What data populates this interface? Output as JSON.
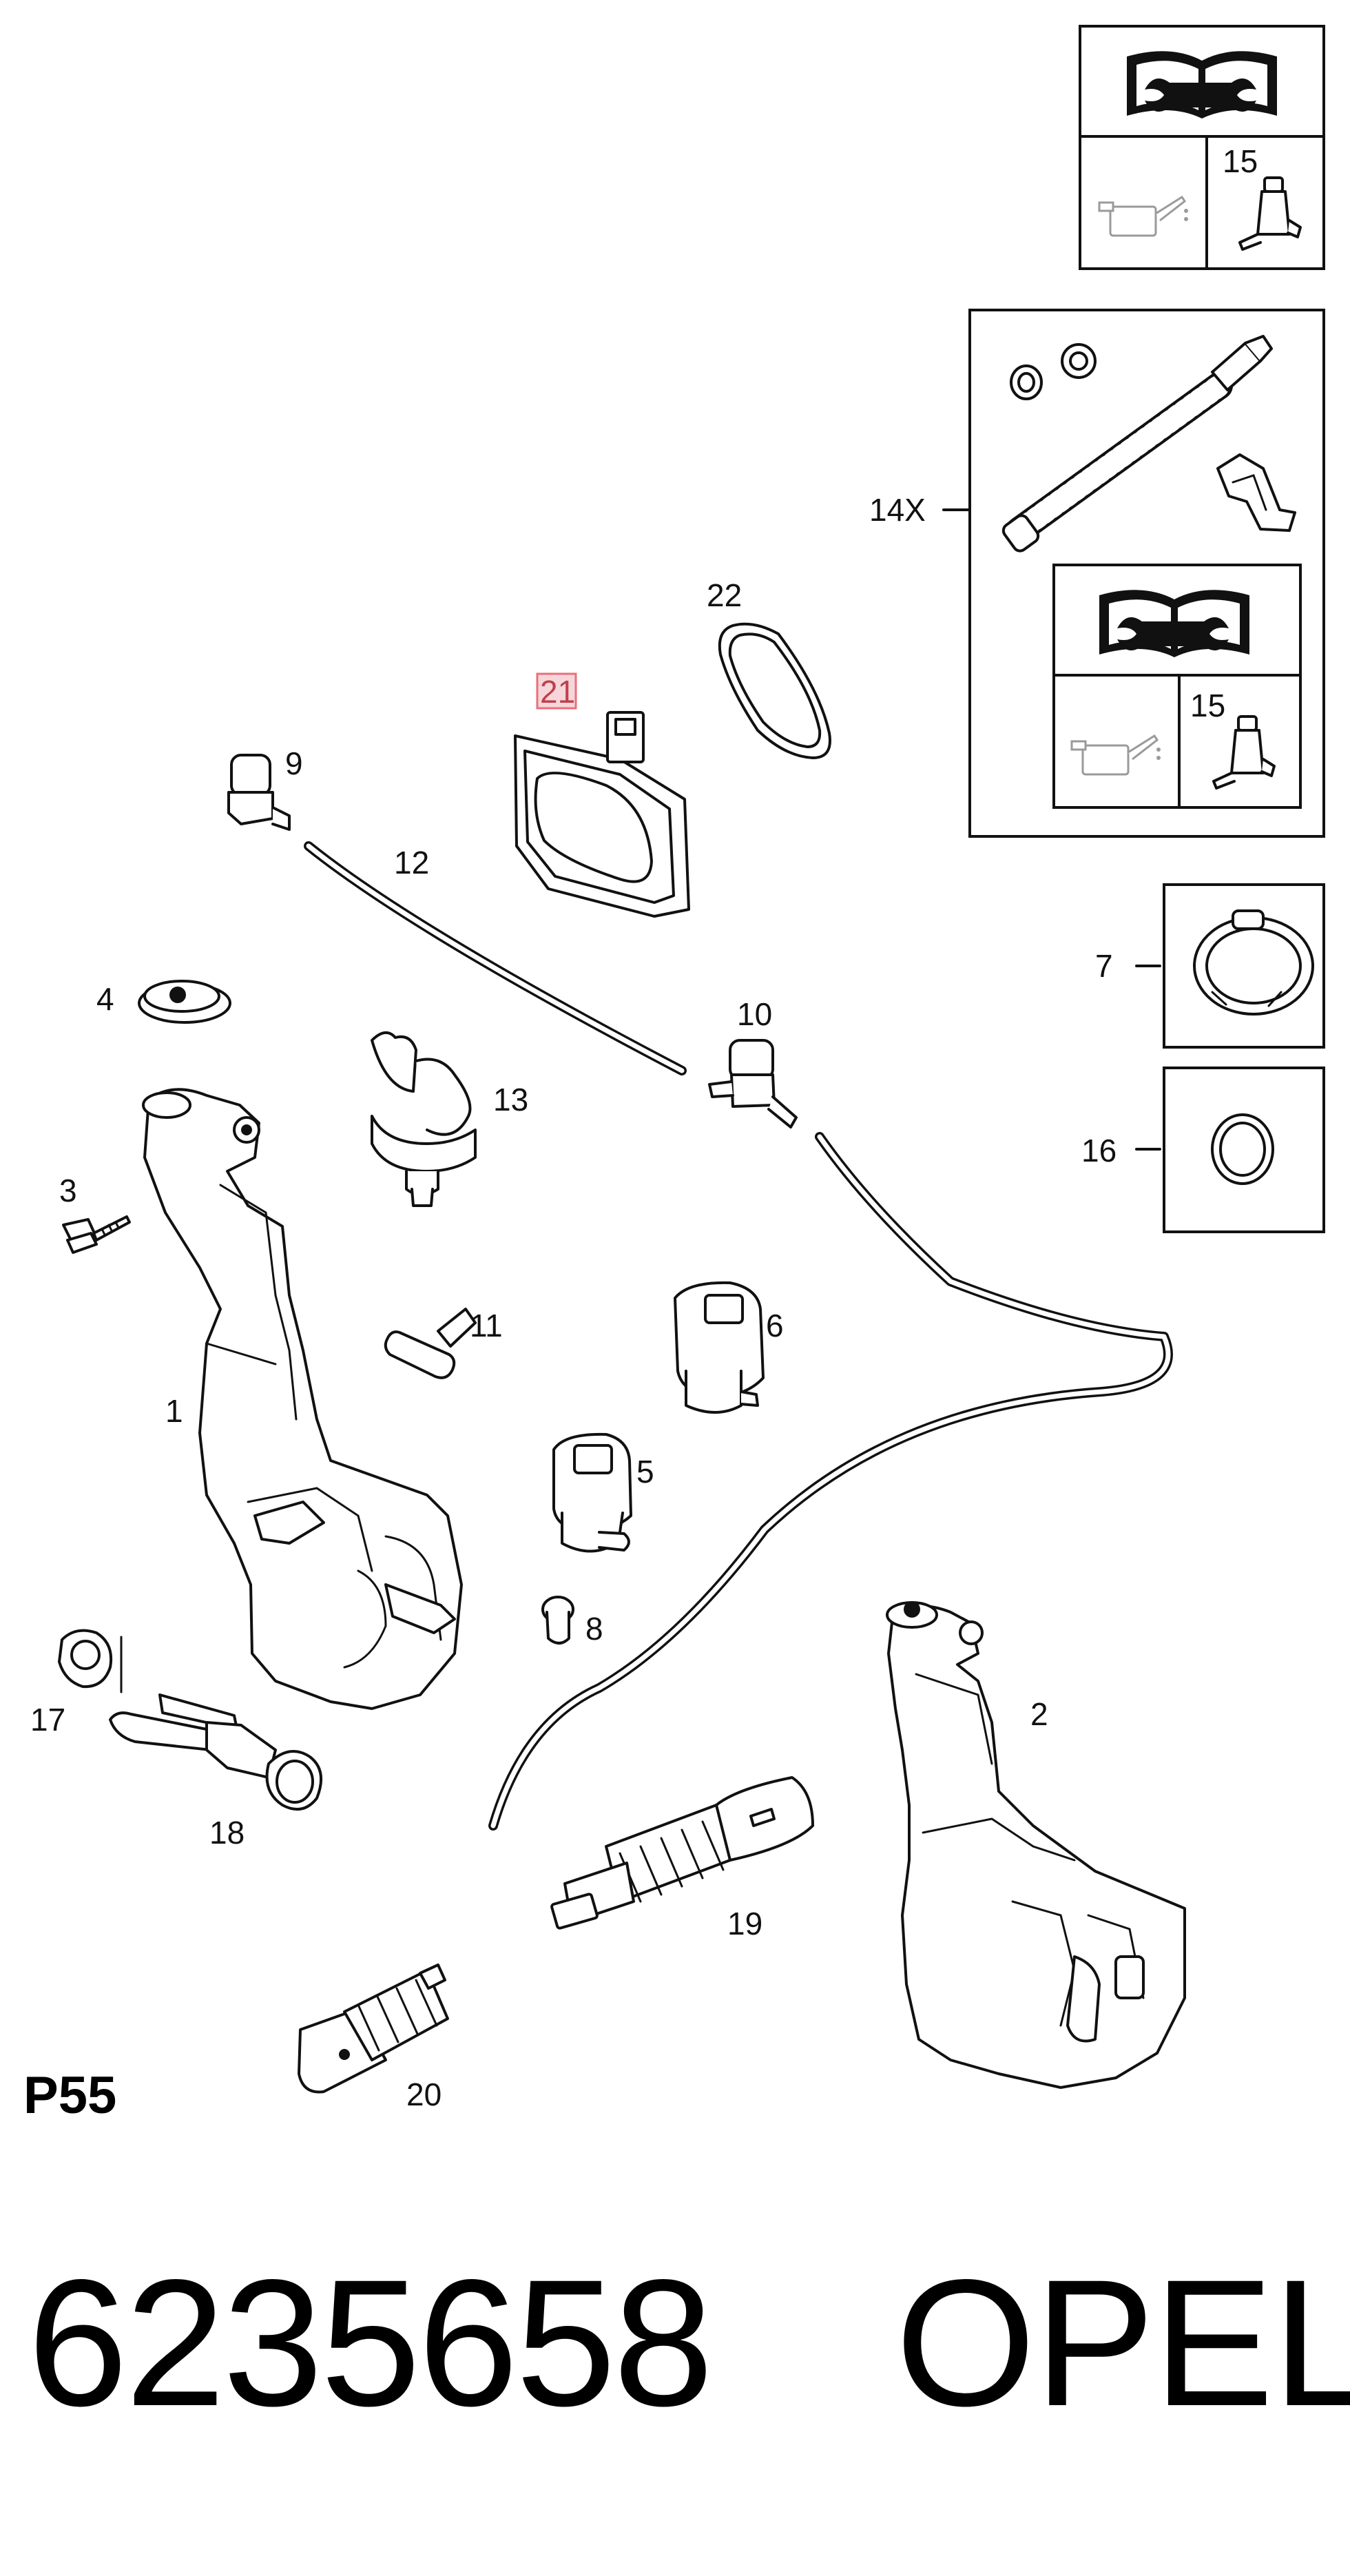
{
  "page_code": "P55",
  "part_number": "6235658",
  "brand": "OPEL",
  "highlight_color": "#e8707a",
  "callouts": {
    "c1": "1",
    "c2": "2",
    "c3": "3",
    "c4": "4",
    "c5": "5",
    "c6": "6",
    "c7": "7",
    "c8": "8",
    "c9": "9",
    "c10": "10",
    "c11": "11",
    "c12": "12",
    "c13": "13",
    "c14x": "14X",
    "c15a": "15",
    "c15b": "15",
    "c16": "16",
    "c17": "17",
    "c18": "18",
    "c19": "19",
    "c20": "20",
    "c21": "21",
    "c22": "22"
  },
  "icons": [
    "manual-wrench-icon",
    "oil-can-icon",
    "glue-tube-icon"
  ]
}
